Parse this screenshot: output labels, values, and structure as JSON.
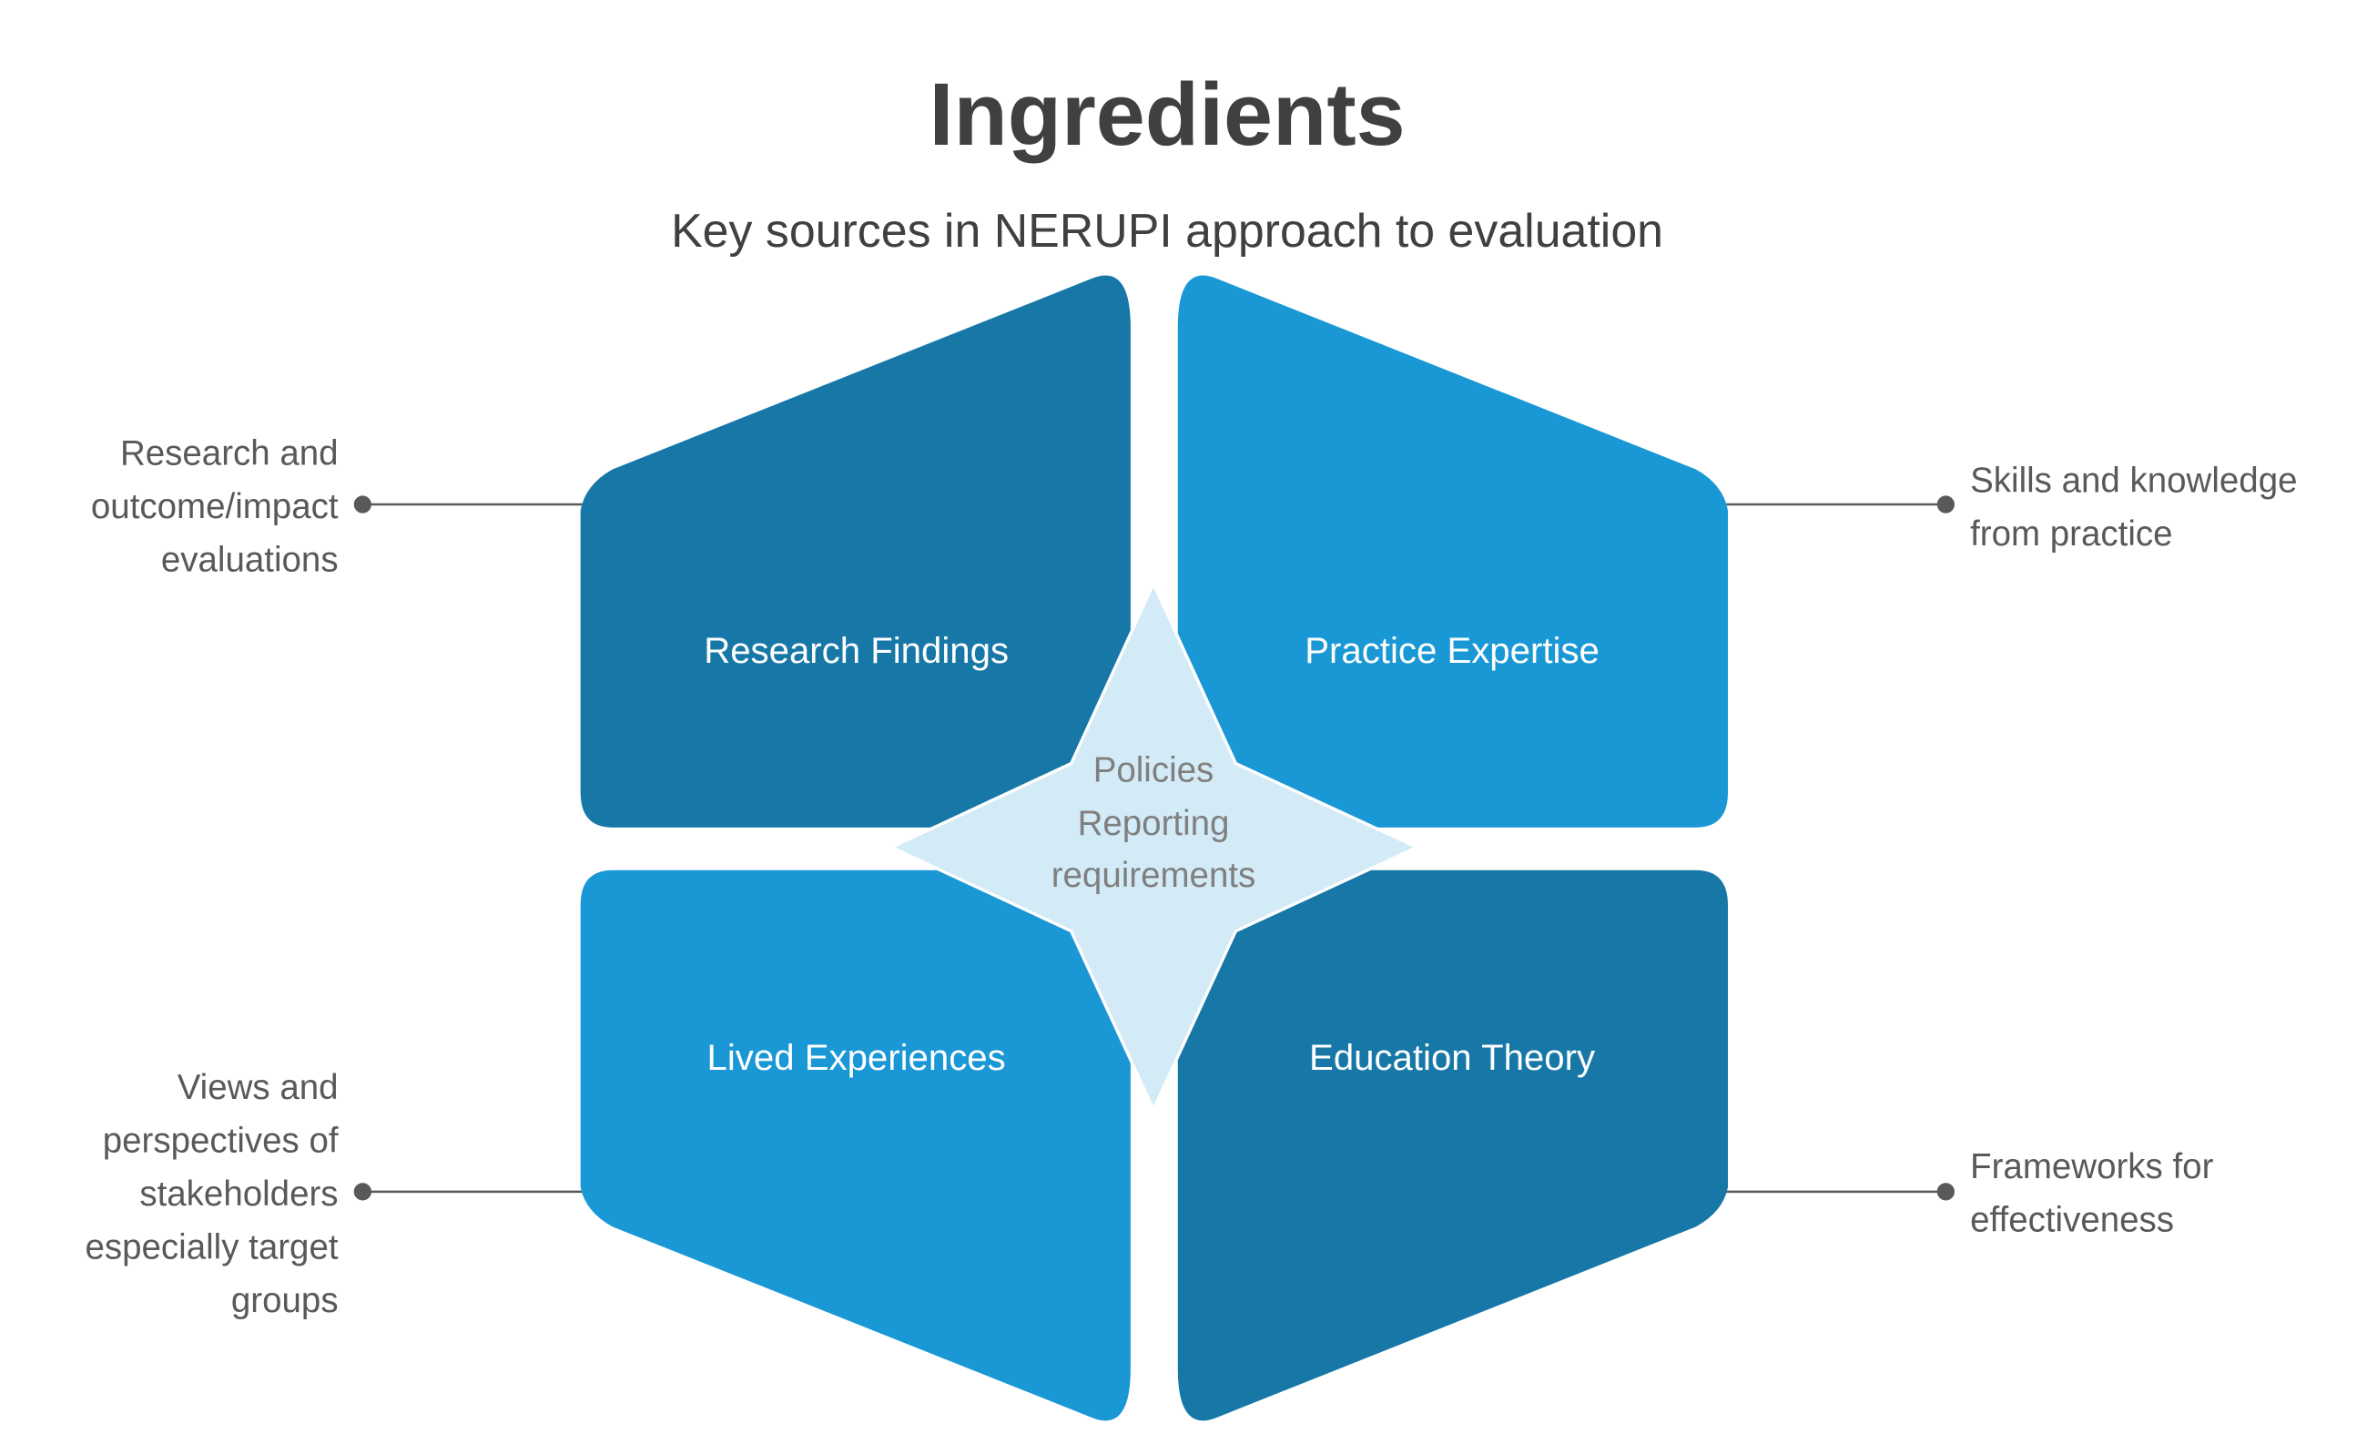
{
  "title": "Ingredients",
  "subtitle": "Key sources in NERUPI approach to evaluation",
  "colors": {
    "dark": "#1778A8",
    "light": "#1A98D5",
    "center": "#D3EBF7",
    "connector": "#595959"
  },
  "quadrants": [
    {
      "label": "Research Findings",
      "description": [
        "Research and",
        "outcome/impact",
        "evaluations"
      ]
    },
    {
      "label": "Practice Expertise",
      "description": [
        "Skills and knowledge",
        "from practice"
      ]
    },
    {
      "label": "Lived Experiences",
      "description": [
        "Views and",
        "perspectives of",
        "stakeholders",
        "especially target",
        "groups"
      ]
    },
    {
      "label": "Education Theory",
      "description": [
        "Frameworks for",
        "effectiveness"
      ]
    }
  ],
  "center": {
    "lines": [
      "Policies",
      "Reporting",
      "requirements"
    ]
  }
}
